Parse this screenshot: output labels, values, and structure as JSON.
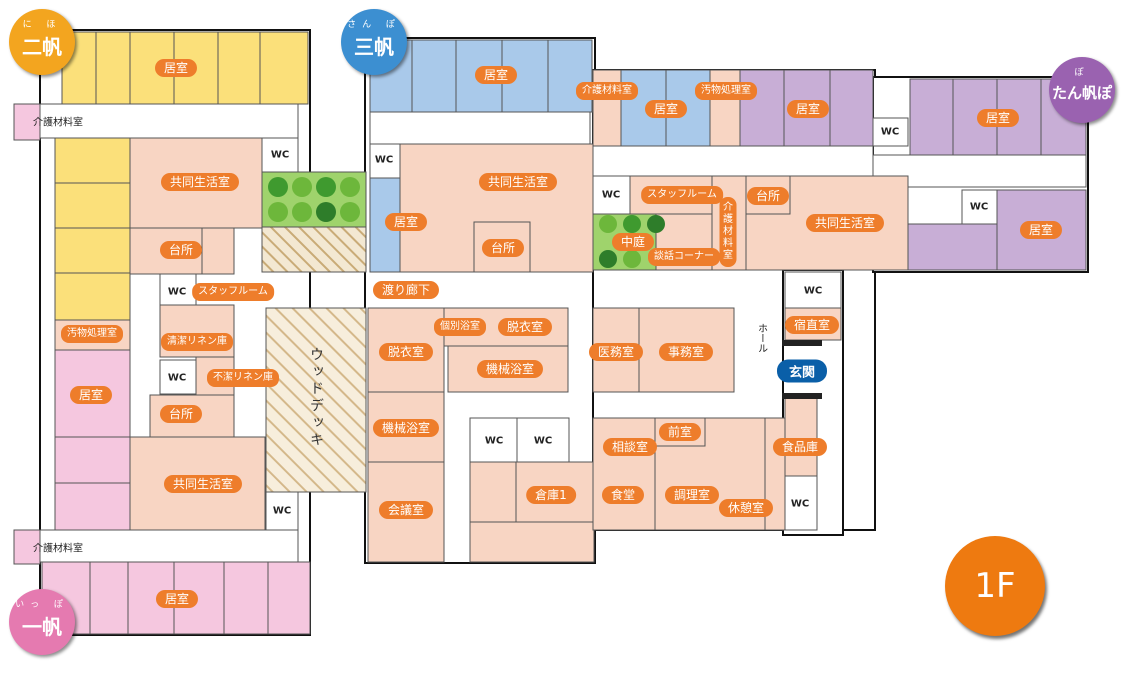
{
  "units": {
    "niho": {
      "name": "二帆",
      "ruby": "に ほ",
      "color": "#f3a51f"
    },
    "sanpo": {
      "name": "三帆",
      "ruby": "さん ぽ",
      "color": "#3c8fd1"
    },
    "tanpopo": {
      "name": "たん帆ぽ",
      "ruby": "ぽ",
      "color": "#9a62b0"
    },
    "ippo": {
      "name": "一帆",
      "ruby": "いっ ぽ",
      "color": "#e57ab0"
    }
  },
  "floor_label": "1F",
  "entrance": "玄関",
  "hall": "ホール",
  "wood_deck": "ウッドデッキ",
  "wc": "WC",
  "rooms": {
    "niho_room": "居室",
    "niho_living": "共同生活室",
    "niho_kitchen": "台所",
    "staff_room_left": "スタッフルーム",
    "clean_linen": "清潔リネン庫",
    "dirty_linen": "不潔リネン庫",
    "ippo_kitchen": "台所",
    "ippo_living": "共同生活室",
    "ippo_room_bottom": "居室",
    "ippo_room_left": "居室",
    "soiled_left": "汚物処理室",
    "care_material_top": "介護材料室",
    "care_material_bottom": "介護材料室",
    "sanpo_room_top": "居室",
    "sanpo_room_side": "居室",
    "sanpo_living": "共同生活室",
    "sanpo_kitchen": "台所",
    "corridor": "渡り廊下",
    "care_material_mid": "介護材料室",
    "mid_room": "居室",
    "soiled_mid": "汚物処理室",
    "right_room_top": "居室",
    "staff_room_mid": "スタッフルーム",
    "courtyard": "中庭",
    "chat_corner": "談話コーナー",
    "care_material_vertical": "介護材料室",
    "right_kitchen": "台所",
    "right_living": "共同生活室",
    "tanpopo_room_top": "居室",
    "tanpopo_room_side": "居室",
    "night_duty": "宿直室",
    "private_bath": "個別浴室",
    "changing_1": "脱衣室",
    "changing_2": "脱衣室",
    "machine_bath_1": "機械浴室",
    "machine_bath_2": "機械浴室",
    "conference": "会議室",
    "medical": "医務室",
    "office": "事務室",
    "storage": "倉庫1",
    "consult": "相談室",
    "front_room": "前室",
    "dining": "食堂",
    "cooking": "調理室",
    "rest": "休憩室",
    "food_store": "食品庫"
  },
  "colors": {
    "yellow": "#fbe07a",
    "blue": "#a9c9ea",
    "purple": "#c8aed6",
    "pink": "#f5c7df",
    "salmon": "#f8d5c3",
    "label": "#ee7d2b",
    "green": "#9fd36c"
  }
}
